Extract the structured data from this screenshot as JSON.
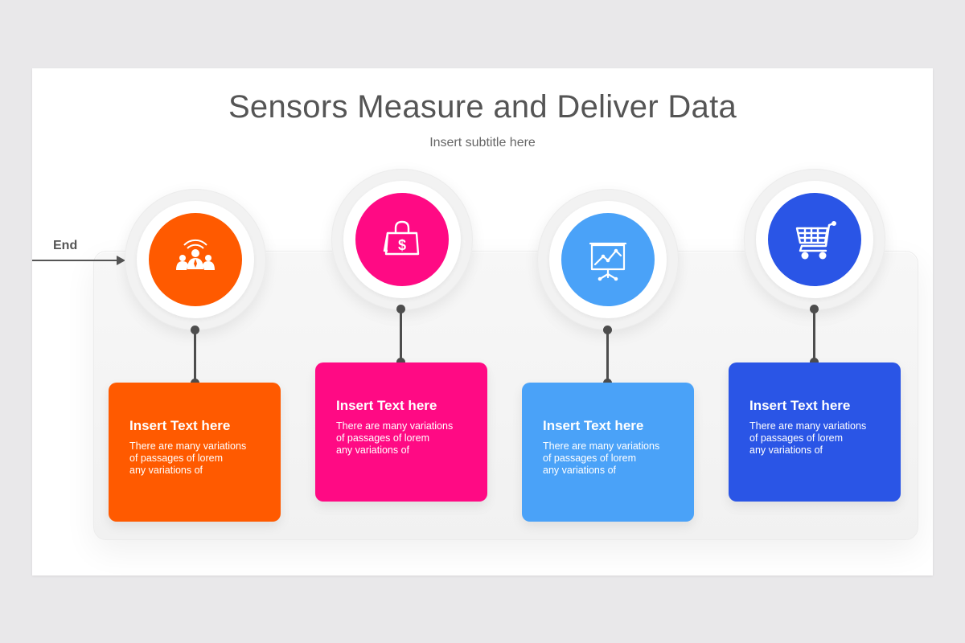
{
  "slide": {
    "title": "Sensors Measure and Deliver Data",
    "subtitle": "Insert subtitle here",
    "end_label": "End"
  },
  "steps": [
    {
      "icon": "business-people-icon",
      "color": "#ff5a00",
      "title": "Insert Text here",
      "lines": [
        "There are many variations",
        "of passages of lorem",
        "any variations of"
      ]
    },
    {
      "icon": "shopping-bag-dollar-icon",
      "color": "#ff0a84",
      "title": "Insert Text here",
      "lines": [
        "There are many variations",
        "of passages of lorem",
        "any variations of"
      ]
    },
    {
      "icon": "presentation-chart-icon",
      "color": "#4aa2f8",
      "title": "Insert Text here",
      "lines": [
        "There are many variations",
        "of passages of lorem",
        "any variations of"
      ]
    },
    {
      "icon": "shopping-cart-icon",
      "color": "#2a55e6",
      "title": "Insert Text here",
      "lines": [
        "There are many variations",
        "of passages of lorem",
        "any variations of"
      ]
    }
  ]
}
